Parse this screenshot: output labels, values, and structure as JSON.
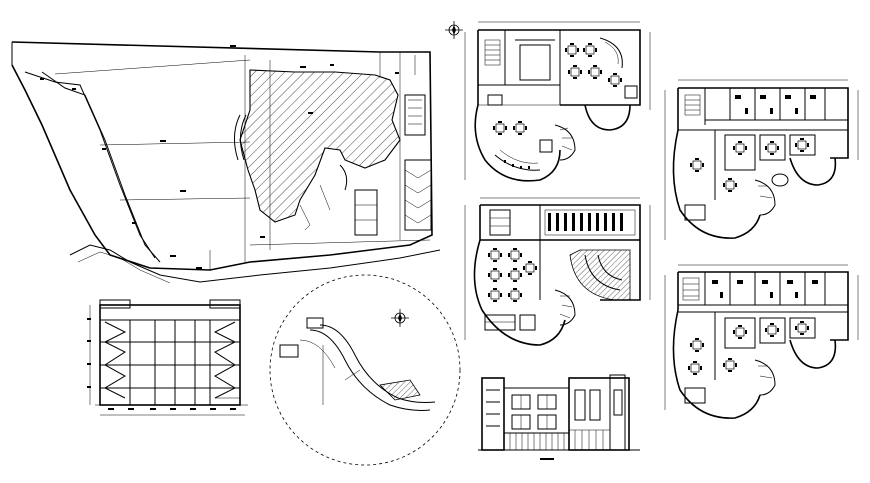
{
  "drawing": {
    "background": "#ffffff",
    "line_color": "#000000",
    "views": [
      {
        "key": "site-plan",
        "icon": "hatched-building-footprint-icon"
      },
      {
        "key": "plan-ground",
        "icon": "floor-plan-icon"
      },
      {
        "key": "plan-first",
        "icon": "floor-plan-icon"
      },
      {
        "key": "plan-second",
        "icon": "floor-plan-icon"
      },
      {
        "key": "plan-third",
        "icon": "floor-plan-icon"
      },
      {
        "key": "section",
        "icon": "section-drawing-icon"
      },
      {
        "key": "location-detail",
        "icon": "dashed-circle-detail-icon"
      },
      {
        "key": "front-elevation",
        "icon": "elevation-drawing-icon"
      }
    ],
    "north_arrow_icon": "north-arrow-icon"
  }
}
